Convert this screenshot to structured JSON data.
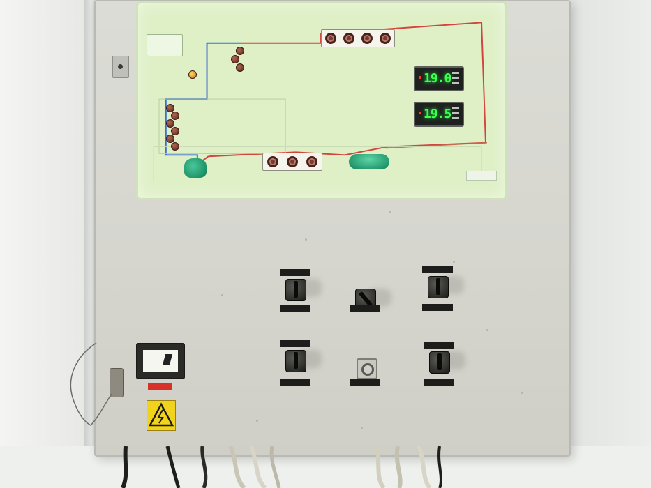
{
  "thermostats": {
    "upper": {
      "value": "19.0"
    },
    "lower": {
      "value": "19.5"
    }
  },
  "colors": {
    "panel": "#d6d6cf",
    "mimic_background": "#dff0c7",
    "display_digits": "#39ff4f",
    "refrigerant_line_hot": "#d2453d",
    "refrigerant_line_cold": "#3d6fd2",
    "component_green": "#10815a",
    "hazard_yellow": "#f2d31b",
    "meter_tag_red": "#d6312a"
  },
  "icons": {
    "hazard": "high-voltage-warning-icon",
    "fan": "fan-icon",
    "lock": "cabinet-lock-icon"
  },
  "selectors": [
    {
      "id": "switch-top-left",
      "rotated": false
    },
    {
      "id": "switch-top-middle",
      "rotated": true
    },
    {
      "id": "switch-top-right",
      "rotated": false
    },
    {
      "id": "switch-bottom-left",
      "rotated": false
    },
    {
      "id": "switch-bottom-right",
      "rotated": false
    }
  ]
}
